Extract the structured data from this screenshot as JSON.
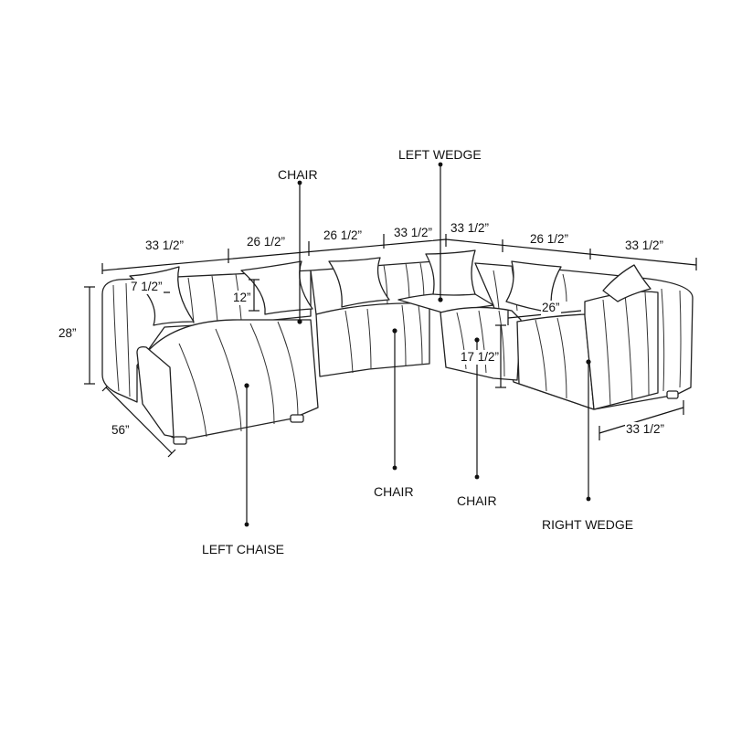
{
  "callouts": {
    "left_wedge": "LEFT WEDGE",
    "chair_top": "CHAIR",
    "chair_middle": "CHAIR",
    "chair_right": "CHAIR",
    "left_chaise": "LEFT CHAISE",
    "right_wedge": "RIGHT WEDGE"
  },
  "dimensions": {
    "top_1": "33 1/2”",
    "top_2": "26 1/2”",
    "top_3": "26 1/2”",
    "top_4": "33 1/2”",
    "top_5": "33 1/2”",
    "top_6": "26 1/2”",
    "top_7": "33 1/2”",
    "arm_width": "7 1/2”",
    "back_height": "12”",
    "overall_height": "28”",
    "chaise_depth": "56”",
    "seat_depth": "26”",
    "seat_height": "17 1/2”",
    "wedge_width": "33 1/2”"
  }
}
